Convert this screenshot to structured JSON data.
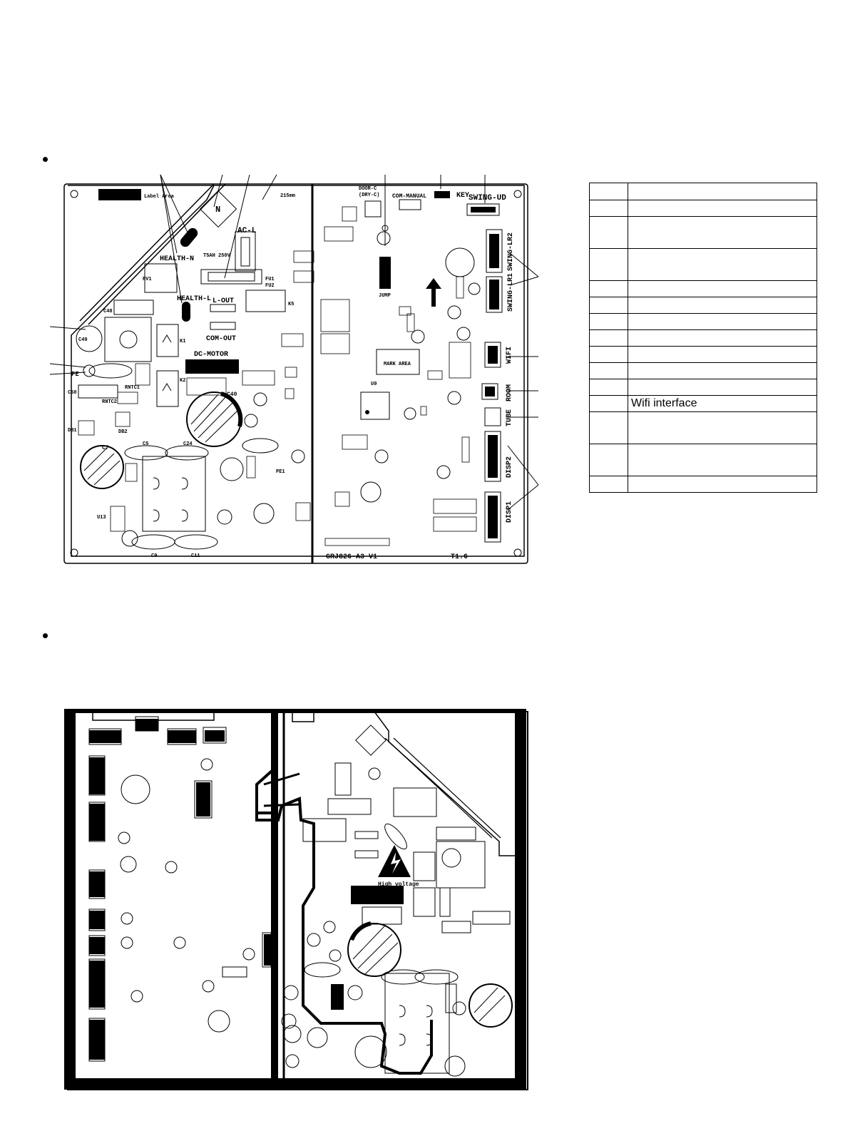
{
  "top_board": {
    "labels": {
      "label_area": "Label Area",
      "n": "N",
      "dim_215": "215mm",
      "ac_l": "AC-L",
      "fuse_rating": "T5AH 250V",
      "health_n": "HEALTH-N",
      "health_l": "HEALTH-L",
      "l_out": "L-OUT",
      "com_out": "COM-OUT",
      "dc_motor": "DC-MOTOR",
      "pe": "PE",
      "pe1": "PE1",
      "door_c": "DOOR-C",
      "dry_c": "(DRY-C)",
      "com_manual": "COM-MANUAL",
      "key": "KEY",
      "swing_ud": "SWING-UD",
      "swing_lr2": "SWING-LR2",
      "swing_lr1": "SWING-LR1",
      "jump": "JUMP",
      "mark_area": "MARK AREA",
      "wifi": "WIFI",
      "room": "ROOM",
      "tube": "TUBE",
      "disp2": "DISP2",
      "disp1": "DISP1",
      "model": "GRJ826-A3 V1",
      "t1_6": "T1.6",
      "c7": "C7",
      "c40": "C40",
      "c5": "C5",
      "c24": "C24",
      "c9": "C9",
      "c11": "C11",
      "c49": "C49",
      "c48": "C48",
      "c50": "C50",
      "rv1": "RV1",
      "k1": "K1",
      "k2": "K2",
      "k5": "K5",
      "fu1": "FU1",
      "fu2": "FU2",
      "u13": "U13",
      "u9": "U9",
      "db1": "DB1",
      "db2": "DB2",
      "rntc1": "RNTC1",
      "rntc2": "RNTC2"
    }
  },
  "legend_rows": [
    {
      "num": "",
      "desc": ""
    },
    {
      "num": "",
      "desc": ""
    },
    {
      "num": "",
      "desc": ""
    },
    {
      "num": "",
      "desc": ""
    },
    {
      "num": "",
      "desc": ""
    },
    {
      "num": "",
      "desc": ""
    },
    {
      "num": "",
      "desc": ""
    },
    {
      "num": "",
      "desc": ""
    },
    {
      "num": "",
      "desc": ""
    },
    {
      "num": "",
      "desc": ""
    },
    {
      "num": "",
      "desc": ""
    },
    {
      "num": "",
      "desc": "Wifi interface"
    },
    {
      "num": "",
      "desc": ""
    },
    {
      "num": "",
      "desc": ""
    },
    {
      "num": "",
      "desc": ""
    }
  ],
  "bottom_board": {
    "labels": {
      "high_voltage": "High voltage"
    }
  }
}
